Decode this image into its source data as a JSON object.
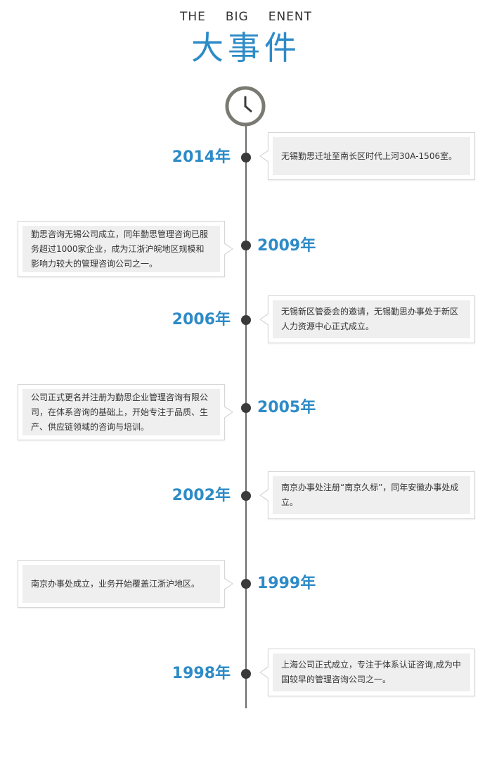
{
  "header": {
    "title_en_1": "THE",
    "title_en_2": "BIG",
    "title_en_3": "ENENT",
    "title_cn": "大事件"
  },
  "colors": {
    "accent": "#2d8bc7",
    "line": "#6b6b6b",
    "dot": "#3a3a3a",
    "clock": "#7a7a72"
  },
  "icons": {
    "clock": "clock-icon"
  },
  "events": [
    {
      "year": "2014年",
      "text": "无锡勤思迁址至南长区时代上河30A-1506室。"
    },
    {
      "year": "2009年",
      "text": "勤思咨询无锡公司成立，同年勤思管理咨询已服务超过1000家企业，成为江浙沪皖地区规模和影响力较大的管理咨询公司之一。"
    },
    {
      "year": "2006年",
      "text": "无锡新区管委会的邀请，无锡勤思办事处于新区人力资源中心正式成立。"
    },
    {
      "year": "2005年",
      "text": "公司正式更名并注册为勤思企业管理咨询有限公司，在体系咨询的基础上，开始专注于品质、生产、供应链领域的咨询与培训。"
    },
    {
      "year": "2002年",
      "text": "南京办事处注册“南京久标”，同年安徽办事处成立。"
    },
    {
      "year": "1999年",
      "text": "南京办事处成立，业务开始覆盖江浙沪地区。"
    },
    {
      "year": "1998年",
      "text": "上海公司正式成立，专注于体系认证咨询,成为中国较早的管理咨询公司之一。"
    }
  ]
}
